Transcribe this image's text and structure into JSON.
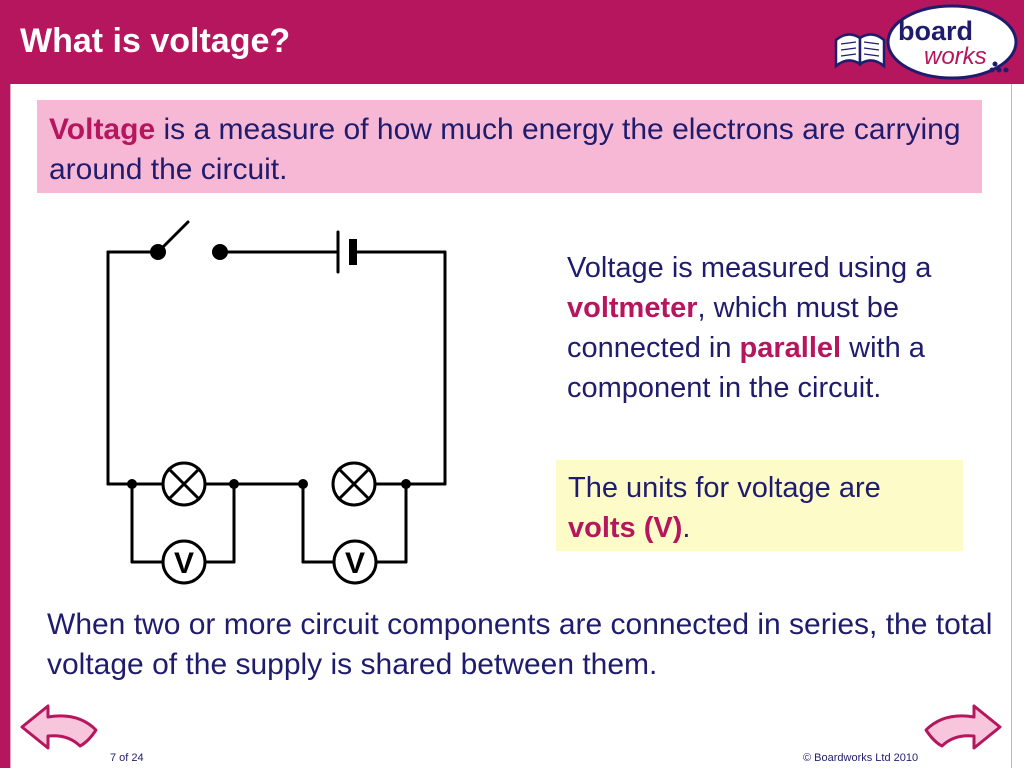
{
  "slide": {
    "title": "What is voltage?",
    "logo": {
      "word1": "board",
      "word2": "works",
      "icon": "open-book-icon"
    },
    "definition": {
      "keyword": "Voltage",
      "text": " is a measure of how much energy the electrons are carrying around the circuit."
    },
    "measure": {
      "part1": "Voltage is measured using a ",
      "kw1": "voltmeter",
      "part2": ", which must be connected in ",
      "kw2": "parallel",
      "part3": " with a component in the circuit."
    },
    "units": {
      "part1": "The units for voltage are ",
      "kw": "volts (V)",
      "part2": "."
    },
    "series_note": "When two or more circuit components are connected in series, the total voltage of the supply is shared between them.",
    "circuit": {
      "voltmeter_label_left": "V",
      "voltmeter_label_right": "V"
    },
    "footer": {
      "page": "7 of 24",
      "copyright": "© Boardworks Ltd 2010"
    },
    "nav": {
      "prev_icon": "back-arrow-icon",
      "next_icon": "forward-arrow-icon"
    },
    "colors": {
      "brand": "#b5165d",
      "definition_bg": "#f7b8d6",
      "units_bg": "#fdfbc7",
      "text": "#1f1c6e"
    }
  }
}
